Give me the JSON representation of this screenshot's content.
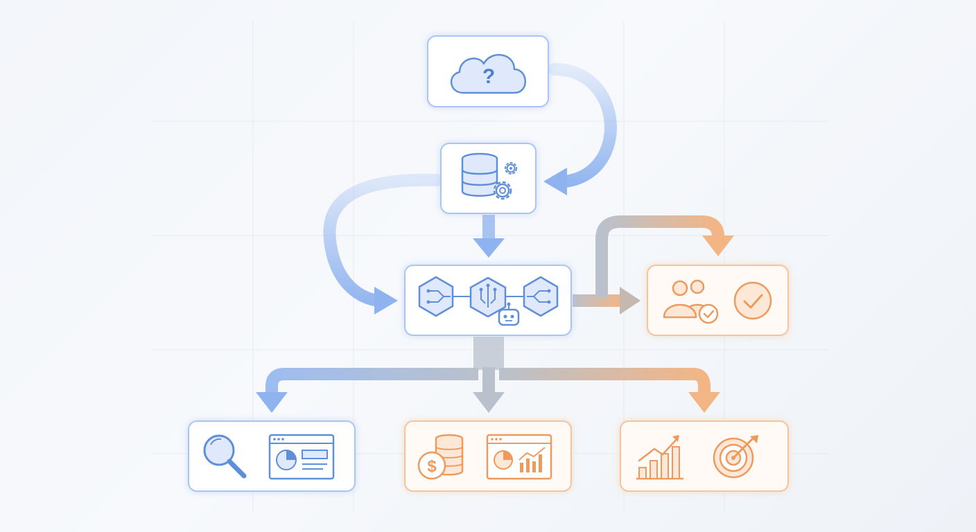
{
  "colors": {
    "blue_stroke": "#9dbdf0",
    "blue_icon": "#5f8fd9",
    "blue_fill": "#dde9fb",
    "orange_stroke": "#f6c49a",
    "orange_icon": "#ee9a5c",
    "orange_fill": "#fde7d6",
    "gray_flow": "#b9c1cc",
    "card_bg": "#ffffff"
  },
  "nodes": [
    {
      "id": "cloud-question",
      "theme": "blue",
      "icons": [
        "cloud-question-icon"
      ]
    },
    {
      "id": "database-processing",
      "theme": "blue",
      "icons": [
        "database-gear-icon"
      ]
    },
    {
      "id": "ai-model-pipeline",
      "theme": "blue",
      "icons": [
        "hexagon-circuit-icon",
        "hexagon-chip-icon",
        "robot-icon",
        "hexagon-circuit-icon"
      ]
    },
    {
      "id": "users-approval",
      "theme": "orange",
      "icons": [
        "users-check-icon",
        "check-circle-icon"
      ]
    },
    {
      "id": "search-analytics",
      "theme": "blue",
      "icons": [
        "magnifier-icon",
        "dashboard-window-icon"
      ]
    },
    {
      "id": "cost-analytics",
      "theme": "orange",
      "icons": [
        "coin-stack-dollar-icon",
        "dashboard-chart-window-icon"
      ]
    },
    {
      "id": "growth-target",
      "theme": "orange",
      "icons": [
        "growth-bar-chart-icon",
        "target-icon"
      ]
    }
  ]
}
